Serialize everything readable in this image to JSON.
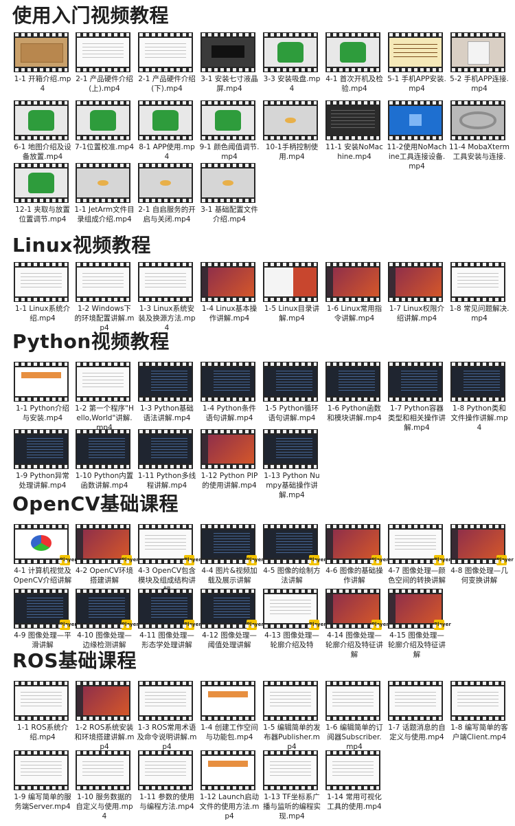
{
  "sections": [
    {
      "title": "使用入门视频教程",
      "items": [
        {
          "label": "1-1 开箱介绍.mp4",
          "thumb": "box"
        },
        {
          "label": "2-1 产品硬件介绍(上).mp4",
          "thumb": "doc"
        },
        {
          "label": "2-1 产品硬件介绍(下).mp4",
          "thumb": "doc"
        },
        {
          "label": "3-1 安装七寸液晶屏.mp4",
          "thumb": "dark"
        },
        {
          "label": "3-3 安装吸盘.mp4",
          "thumb": "robot"
        },
        {
          "label": "4-1 首次开机及检验.mp4",
          "thumb": "robot"
        },
        {
          "label": "5-1 手机APP安装.mp4",
          "thumb": "yellow"
        },
        {
          "label": "5-2 手机APP连接.mp4",
          "thumb": "hand"
        },
        {
          "label": "6-1 地图介绍及设备放置.mp4",
          "thumb": "robot"
        },
        {
          "label": "7-1位置校准.mp4",
          "thumb": "robot"
        },
        {
          "label": "8-1 APP使用.mp4",
          "thumb": "robot"
        },
        {
          "label": "9-1 颜色阈值调节.mp4",
          "thumb": "robot"
        },
        {
          "label": "10-1手柄控制使用.mp4",
          "thumb": "gray"
        },
        {
          "label": "11-1 安装NoMachine.mp4",
          "thumb": "term"
        },
        {
          "label": "11-2使用NoMachine工具连接设备.mp4",
          "thumb": "win"
        },
        {
          "label": "11-4 MobaXterm工具安装与连接.",
          "thumb": "cable"
        },
        {
          "label": "12-1 夹取与放置位置调节.mp4",
          "thumb": "robot"
        },
        {
          "label": "1-1 JetArm文件目录组成介绍.mp4",
          "thumb": "gray"
        },
        {
          "label": "2-1 自启服务的开启与关闭.mp4",
          "thumb": "gray"
        },
        {
          "label": "3-1 基础配置文件介绍.mp4",
          "thumb": "gray"
        }
      ]
    },
    {
      "title": "Linux视频教程",
      "items": [
        {
          "label": "1-1 Linux系统介绍.mp4",
          "thumb": "doc"
        },
        {
          "label": "1-2 Windows下的环境配置讲解.mp4",
          "thumb": "doc"
        },
        {
          "label": "1-3 Linux系统安装及换源方法.mp4",
          "thumb": "doc"
        },
        {
          "label": "1-4 Linux基本操作讲解.mp4",
          "thumb": "ubuntu"
        },
        {
          "label": "1-5 Linux目录讲解.mp4",
          "thumb": "half"
        },
        {
          "label": "1-6 Linux常用指令讲解.mp4",
          "thumb": "ubuntu"
        },
        {
          "label": "1-7 Linux权限介绍讲解.mp4",
          "thumb": "ubuntu"
        },
        {
          "label": "1-8 常见问题解决.mp4",
          "thumb": "doc"
        }
      ]
    },
    {
      "title": "Python视频教程",
      "items": [
        {
          "label": "1-1 Python介绍与安装.mp4",
          "thumb": "slide"
        },
        {
          "label": "1-2 第一个程序\"Hello,World\"讲解.mp4",
          "thumb": "doc"
        },
        {
          "label": "1-3 Python基础语法讲解.mp4",
          "thumb": "code"
        },
        {
          "label": "1-4 Python条件语句讲解.mp4",
          "thumb": "code"
        },
        {
          "label": "1-5 Python循环语句讲解.mp4",
          "thumb": "code"
        },
        {
          "label": "1-6 Python函数和模块讲解.mp4",
          "thumb": "code"
        },
        {
          "label": "1-7 Python容器类型和相关操作讲解.mp4",
          "thumb": "code"
        },
        {
          "label": "1-8 Python类和文件操作讲解.mp4",
          "thumb": "code"
        },
        {
          "label": "1-9 Python异常处理讲解.mp4",
          "thumb": "code"
        },
        {
          "label": "1-10 Python内置函数讲解.mp4",
          "thumb": "code"
        },
        {
          "label": "1-11 Python多线程讲解.mp4",
          "thumb": "code"
        },
        {
          "label": "1-12 Python PIP的使用讲解.mp4",
          "thumb": "ubuntu"
        },
        {
          "label": "1-13 Python Numpy基础操作讲解.mp4",
          "thumb": "code"
        }
      ]
    },
    {
      "title": "OpenCV基础课程",
      "badge": "Player",
      "items": [
        {
          "label": "4-1 计算机视觉及OpenCV介绍讲解",
          "thumb": "cv"
        },
        {
          "label": "4-2 OpenCV环境搭建讲解",
          "thumb": "ubuntu"
        },
        {
          "label": "4-3 OpenCV包含模块及组成结构讲解",
          "thumb": "doc"
        },
        {
          "label": "4-4 图片&视频加载及展示讲解",
          "thumb": "code"
        },
        {
          "label": "4-5 图像的绘制方法讲解",
          "thumb": "code"
        },
        {
          "label": "4-6 图像的基础操作讲解",
          "thumb": "ubuntu"
        },
        {
          "label": "4-7 图像处理—颜色空间的转换讲解",
          "thumb": "doc"
        },
        {
          "label": "4-8 图像处理—几何变换讲解",
          "thumb": "ubuntu"
        },
        {
          "label": "4-9 图像处理—平滑讲解",
          "thumb": "code"
        },
        {
          "label": "4-10 图像处理—边缘检测讲解",
          "thumb": "code"
        },
        {
          "label": "4-11 图像处理—形态学处理讲解",
          "thumb": "code"
        },
        {
          "label": "4-12 图像处理—阈值处理讲解",
          "thumb": "code"
        },
        {
          "label": "4-13 图像处理—轮廓介绍及特",
          "thumb": "doc"
        },
        {
          "label": "4-14 图像处理—轮廓介绍及特征讲解",
          "thumb": "ubuntu"
        },
        {
          "label": "4-15 图像处理—轮廓介绍及特征讲解",
          "thumb": "ubuntu"
        }
      ]
    },
    {
      "title": "ROS基础课程",
      "items": [
        {
          "label": "1-1 ROS系统介绍.mp4",
          "thumb": "doc"
        },
        {
          "label": "1-2 ROS系统安装和环境搭建讲解.mp4",
          "thumb": "ubuntu"
        },
        {
          "label": "1-3 ROS常用术语及命令说明讲解.mp4",
          "thumb": "doc"
        },
        {
          "label": "1-4 创建工作空间与功能包.mp4",
          "thumb": "slide"
        },
        {
          "label": "1-5 编辑简单的发布器Publisher.mp4",
          "thumb": "doc"
        },
        {
          "label": "1-6 编辑简单的订阅器Subscriber.mp4",
          "thumb": "doc"
        },
        {
          "label": "1-7 话题消息的自定义与使用.mp4",
          "thumb": "doc"
        },
        {
          "label": "1-8 编写简单的客户端Client.mp4",
          "thumb": "doc"
        },
        {
          "label": "1-9 编写简单的服务端Server.mp4",
          "thumb": "doc"
        },
        {
          "label": "1-10 服务数据的自定义与使用.mp4",
          "thumb": "doc"
        },
        {
          "label": "1-11 参数的使用与编程方法.mp4",
          "thumb": "doc"
        },
        {
          "label": "1-12 Launch启动文件的使用方法.mp4",
          "thumb": "slide"
        },
        {
          "label": "1-13 TF坐标系广播与监听的编程实现.mp4",
          "thumb": "doc"
        },
        {
          "label": "1-14 常用可视化工具的使用.mp4",
          "thumb": "doc"
        }
      ]
    }
  ]
}
